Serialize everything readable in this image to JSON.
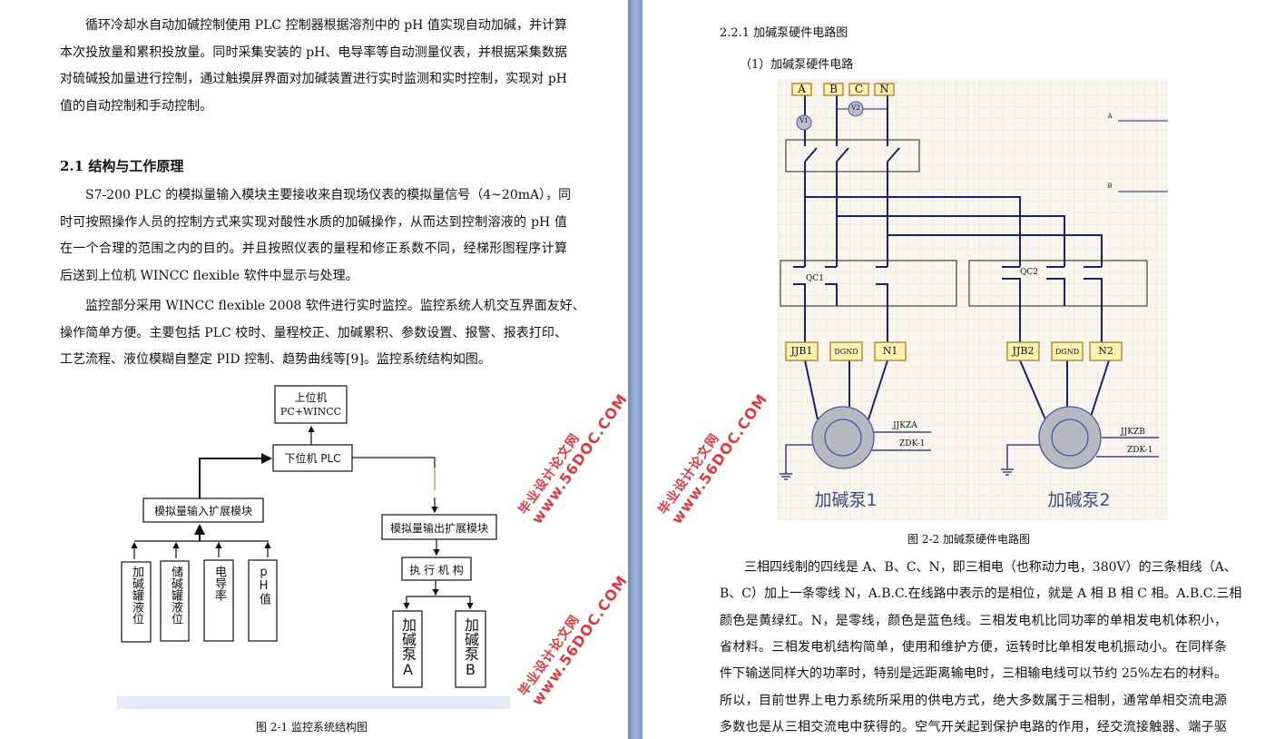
{
  "left_page": {
    "intro_lines": [
      "循环冷却水自动加碱控制使用 PLC 控制器根据溶剂中的 pH 值实现自动加碱，并计算",
      "本次投放量和累积投放量。同时采集安装的 pH、电导率等自动测量仪表，并根据采集数据",
      "对硫碱投加量进行控制，通过触摸屏界面对加碱装置进行实时监测和实时控制，实现对 pH",
      "值的自动控制和手动控制。"
    ],
    "section_heading": "2.1 结构与工作原理",
    "para1_lines": [
      "S7-200 PLC 的模拟量输入模块主要接收来自现场仪表的模拟量信号（4~20mA），同",
      "时可按照操作人员的控制方式来实现对酸性水质的加碱操作，从而达到控制溶液的 pH 值",
      "在一个合理的范围之内的目的。并且按照仪表的量程和修正系数不同，经梯形图程序计算",
      "后送到上位机 WINCC flexible 软件中显示与处理。"
    ],
    "para2_lines": [
      "监控部分采用 WINCC flexible 2008  软件进行实时监控。监控系统人机交互界面友好、",
      "操作简单方便。主要包括 PLC 校时、量程校正、加碱累积、参数设置、报警、报表打印、",
      "工艺流程、液位模糊自整定 PID 控制、趋势曲线等[9]。监控系统结构如图。"
    ],
    "diagram": {
      "upper_pc_line1": "上位机",
      "upper_pc_line2": "PC+WINCC",
      "lower_plc": "下位机 PLC",
      "input_module": "模拟量输入扩展模块",
      "output_module": "模拟量输出扩展模块",
      "actuator": "执 行 机 构",
      "inputs": [
        "加碱罐液位",
        "储碱罐液位",
        "电导率",
        "pH值"
      ],
      "pumps": [
        "加碱泵A",
        "加碱泵B"
      ]
    },
    "figure_caption": "图 2-1  监控系统结构图"
  },
  "right_page": {
    "subsection": "2.2.1 加碱泵硬件电路图",
    "item": "（1）加碱泵硬件电路",
    "circuit": {
      "phase_labels": [
        "A",
        "B",
        "C",
        "N"
      ],
      "meters": [
        "V1",
        "V2"
      ],
      "bus_labels": [
        "A",
        "B"
      ],
      "breakers": [
        "QC1",
        "QC2"
      ],
      "terminals_1": [
        "JJB1",
        "DGND",
        "N1"
      ],
      "terminals_2": [
        "JJB2",
        "DGND",
        "N2"
      ],
      "signals_1": [
        "JJKZA",
        "ZDK-1"
      ],
      "signals_2": [
        "JJKZB",
        "ZDK-1"
      ],
      "pump_1": "加碱泵1",
      "pump_2": "加碱泵2"
    },
    "figure_caption": "图 2-2  加碱泵硬件电路图",
    "body_lines": [
      "三相四线制的四线是 A、B、C、N，即三相电（也称动力电，380V）的三条相线（A、",
      "B、C）加上一条零线 N，A.B.C.在线路中表示的是相位，就是 A 相 B 相 C 相。A.B.C.三相",
      "颜色是黄绿红。N，是零线，颜色是蓝色线。三相发电机比同功率的单相发电机体积小，",
      "省材料。三相发电机结构简单，使用和维护方便，运转时比单相发电机振动小。在同样条",
      "件下输送同样大的功率时，特别是远距离输电时，三相输电线可以节约 25%左右的材料。",
      "所以，目前世界上电力系统所采用的供电方式，绝大多数属于三相制，通常单相交流电源",
      "多数也是从三相交流电中获得的。空气开关起到保护电路的作用，经交流接触器、端子驱"
    ]
  },
  "watermark": {
    "line1": "毕业设计论文网",
    "line2": "www.56DOC.COM",
    "color": "#d8262b"
  },
  "colors": {
    "wire": "#1a1f6e",
    "terminal_fill": "#fdf3b0",
    "terminal_border": "#b07a2a",
    "motor_fill": "#b8b8c0",
    "grid_bg": "#f8f6ee"
  }
}
